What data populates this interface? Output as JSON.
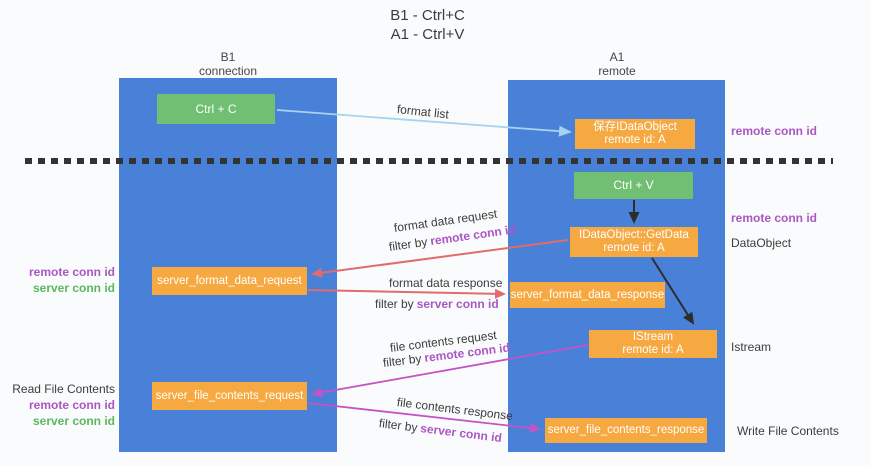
{
  "title": {
    "line1": "B1 - Ctrl+C",
    "line2": "A1 - Ctrl+V"
  },
  "lanes": {
    "left": {
      "title": "B1",
      "subtitle": "connection"
    },
    "right": {
      "title": "A1",
      "subtitle": "remote"
    }
  },
  "boxes": {
    "ctrl_c": {
      "label": "Ctrl + C"
    },
    "ctrl_v": {
      "label": "Ctrl + V"
    },
    "save_idataobject": {
      "line1": "保存IDataObject",
      "line2": "remote id: A"
    },
    "idataobject_getdata": {
      "line1": "IDataObject::GetData",
      "line2": "remote id: A"
    },
    "istream": {
      "line1": "IStream",
      "line2": "remote id: A"
    },
    "server_format_data_request": {
      "label": "server_format_data_request"
    },
    "server_format_data_response": {
      "label": "server_format_data_response"
    },
    "server_file_contents_request": {
      "label": "server_file_contents_request"
    },
    "server_file_contents_response": {
      "label": "server_file_contents_response"
    }
  },
  "left_labels": {
    "format": {
      "remote": "remote conn id",
      "server": "server conn id"
    },
    "file": {
      "title": "Read File Contents",
      "remote": "remote conn id",
      "server": "server conn id"
    }
  },
  "right_labels": {
    "remote_conn_id_top": "remote conn id",
    "remote_conn_id_mid": "remote conn id",
    "dataobject": "DataObject",
    "istream": "Istream",
    "write_file_contents": "Write File Contents"
  },
  "flow_labels": {
    "format_list": "format list",
    "format_data_request": "format data request",
    "format_data_request_filter": {
      "prefix": "filter by",
      "keyword": "remote conn id"
    },
    "format_data_response": "format data response",
    "format_data_response_filter": {
      "prefix": "filter by",
      "keyword": "server conn id"
    },
    "file_contents_request": "file contents request",
    "file_contents_request_filter": {
      "prefix": "filter by",
      "keyword": "remote conn id"
    },
    "file_contents_response": "file contents response",
    "file_contents_response_filter": {
      "prefix": "filter by",
      "keyword": "server conn id"
    }
  },
  "colors": {
    "lane_blue": "#4a81d8",
    "box_green": "#71bf73",
    "box_orange": "#f6a841",
    "keyword_purple": "#ab57c2",
    "keyword_green": "#5cb85f",
    "arrow_red": "#e06c6c",
    "arrow_magenta": "#c653c6",
    "arrow_lightblue": "#a5d3f1",
    "arrow_black": "#2d2d2d",
    "dashed_line": "#333333"
  }
}
